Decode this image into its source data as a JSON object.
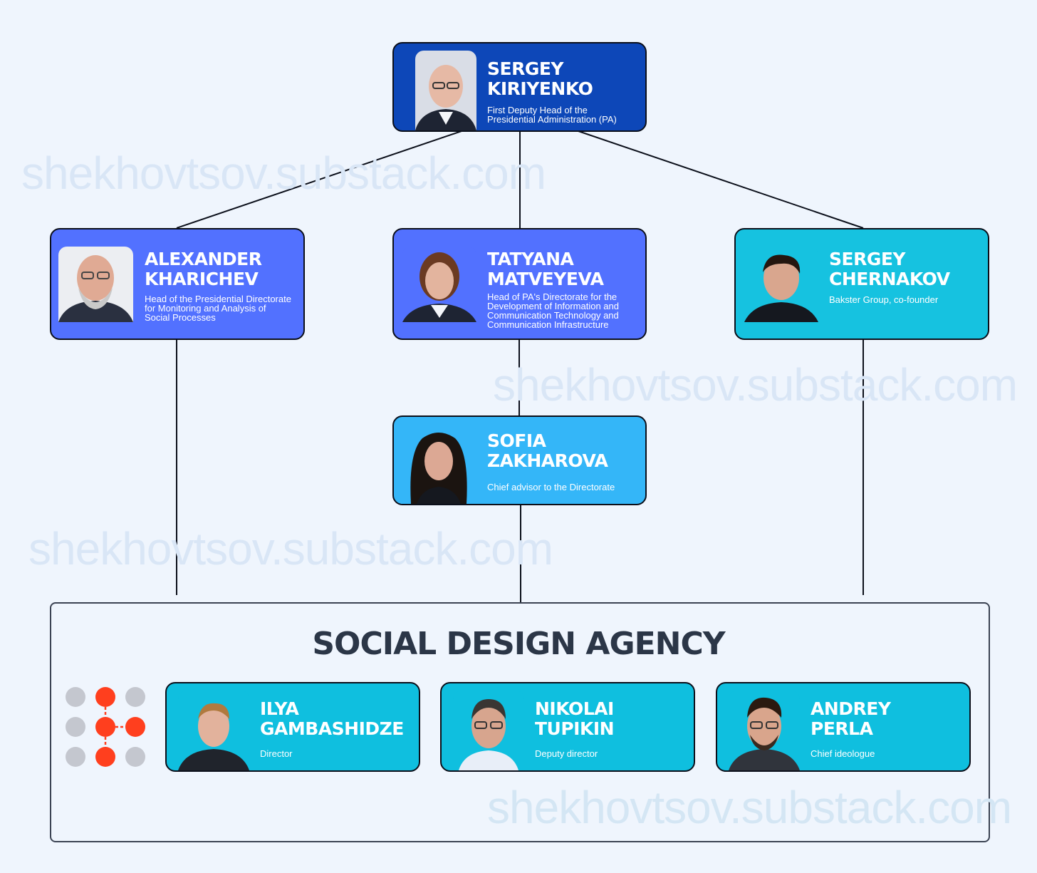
{
  "watermarks": [
    "shekhovtsov.substack.com",
    "shekhovtsov.substack.com",
    "shekhovtsov.substack.com",
    "shekhovtsov.substack.com"
  ],
  "colors": {
    "background": "#eff5fd",
    "kiriyenko_card": "#0d47b8",
    "directorate_card": "#5271ff",
    "chernakov_card": "#16c2e0",
    "zakharova_card": "#34b6f8",
    "agency_card": "#0fbfdf",
    "logo_accent": "#ff3f1e",
    "logo_gray": "#c4c7cf"
  },
  "people": {
    "kiriyenko": {
      "first": "SERGEY",
      "last": "KIRIYENKO",
      "role": [
        "First Deputy Head of the",
        "Presidential Administration (PA)"
      ],
      "photo": "portrait-bald-man-glasses"
    },
    "kharichev": {
      "first": "ALEXANDER",
      "last": "KHARICHEV",
      "role": [
        "Head of the Presidential Directorate",
        "for Monitoring and Analysis of",
        "Social Processes"
      ],
      "photo": "portrait-bearded-man-glasses"
    },
    "matveyeva": {
      "first": "TATYANA",
      "last": "MATVEYEVA",
      "role": [
        "Head of PA's Directorate for the",
        "Development of Information and",
        "Communication Technology and",
        "Communication Infrastructure"
      ],
      "photo": "portrait-woman"
    },
    "chernakov": {
      "first": "SERGEY",
      "last": "CHERNAKOV",
      "role": [
        "Bakster Group, co-founder"
      ],
      "photo": "portrait-man"
    },
    "zakharova": {
      "first": "SOFIA",
      "last": "ZAKHAROVA",
      "role": [
        "Chief advisor to the Directorate"
      ],
      "photo": "portrait-woman-long-hair"
    },
    "gambashidze": {
      "first": "ILYA",
      "last": "GAMBASHIDZE",
      "role": [
        "Director"
      ],
      "photo": "portrait-man"
    },
    "tupikin": {
      "first": "NIKOLAI",
      "last": "TUPIKIN",
      "role": [
        "Deputy director"
      ],
      "photo": "portrait-man-glasses"
    },
    "perla": {
      "first": "ANDREY",
      "last": "PERLA",
      "role": [
        "Chief ideologue"
      ],
      "photo": "portrait-man-glasses-beard"
    }
  },
  "agency": {
    "title": "SOCIAL DESIGN AGENCY",
    "logo": "social-design-agency-logo"
  }
}
